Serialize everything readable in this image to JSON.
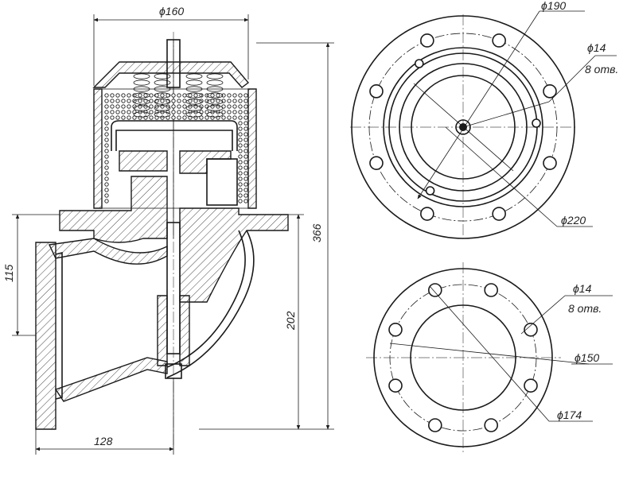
{
  "section_view": {
    "dim_top_diameter": "ϕ160",
    "dim_total_height": "366",
    "dim_lower_height": "202",
    "dim_flange_height": "115",
    "dim_width": "128"
  },
  "top_flange_view": {
    "dim_bolt_circle": "ϕ190",
    "dim_hole_diameter": "ϕ14",
    "dim_hole_count": "8 отв.",
    "dim_outer_diameter": "ϕ220"
  },
  "bottom_flange_view": {
    "dim_hole_diameter": "ϕ14",
    "dim_hole_count": "8 отв.",
    "dim_inner_diameter": "ϕ150",
    "dim_outer_diameter": "ϕ174"
  }
}
